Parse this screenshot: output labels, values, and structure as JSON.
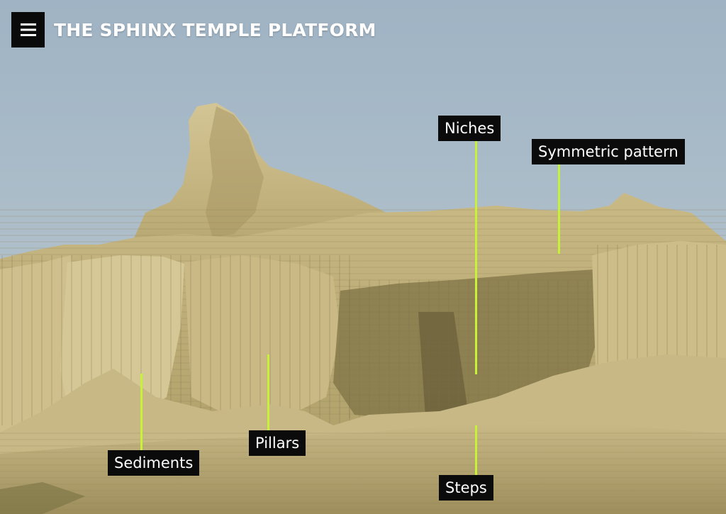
{
  "header": {
    "menu_icon": "hamburger-menu-icon",
    "title": "THE SPHINX TEMPLE PLATFORM"
  },
  "annotations": [
    {
      "id": "niches",
      "text": "Niches"
    },
    {
      "id": "symmetric",
      "text": "Symmetric pattern"
    },
    {
      "id": "sediments",
      "text": "Sediments"
    },
    {
      "id": "pillars",
      "text": "Pillars"
    },
    {
      "id": "steps",
      "text": "Steps"
    }
  ],
  "colors": {
    "accent_line": "#c8f23a",
    "label_bg": "#0b0b0b",
    "sky": "#a9bccb",
    "rock": "#c9b98a"
  }
}
